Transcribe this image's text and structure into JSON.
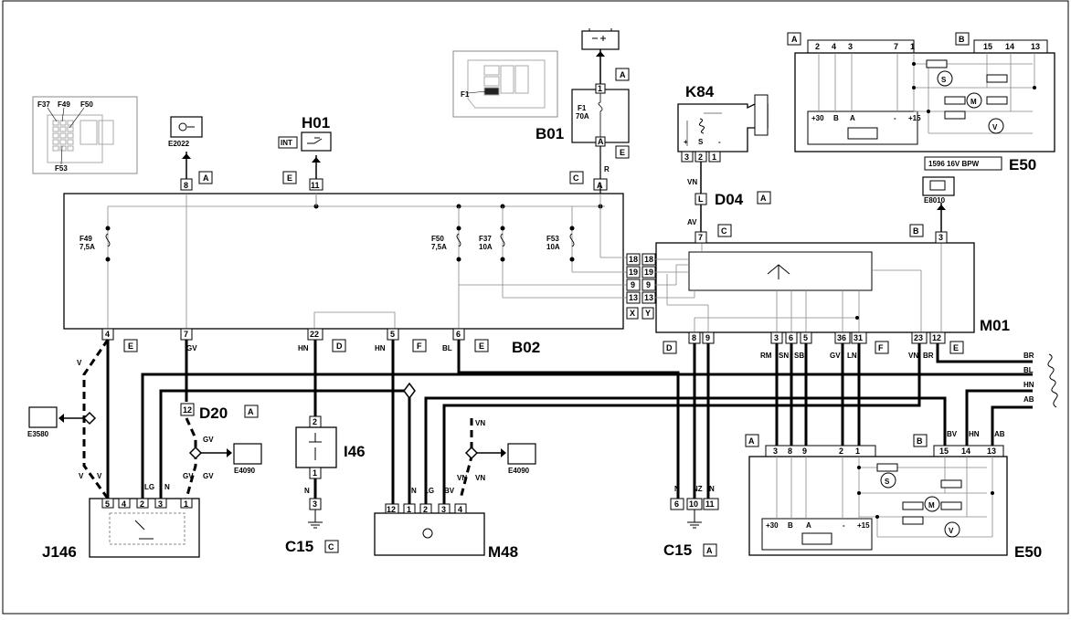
{
  "components": {
    "b01": "B01",
    "b02": "B02",
    "h01": "H01",
    "k84": "K84",
    "d04": "D04",
    "d20": "D20",
    "m01": "M01",
    "e50_top": "E50",
    "e50_bottom": "E50",
    "i46": "I46",
    "j146": "J146",
    "m48": "M48",
    "c15_left": "C15",
    "c15_right": "C15"
  },
  "grounds": {
    "e2022": "E2022",
    "e8010": "E8010",
    "e3580": "E3580",
    "e4090_left": "E4090",
    "e4090_right": "E4090"
  },
  "tags": {
    "int": "INT",
    "engine_variant": "1596 16V BPW",
    "b01_fuse": "F1",
    "b01_fuse_rating": "70A",
    "fusebox_map_fuse": "F1",
    "fusebox_map": [
      "F37",
      "F49",
      "F50",
      "F53"
    ]
  },
  "fuses": [
    {
      "name": "F49",
      "rating": "7,5A"
    },
    {
      "name": "F50",
      "rating": "7,5A"
    },
    {
      "name": "F37",
      "rating": "10A"
    },
    {
      "name": "F53",
      "rating": "10A"
    }
  ],
  "connector_letters": {
    "a": "A",
    "b": "B",
    "c": "C",
    "d": "D",
    "e": "E",
    "f": "F",
    "x": "X",
    "y": "Y",
    "l": "L"
  },
  "wire_colors": {
    "r": "R",
    "vn": "VN",
    "av": "AV",
    "gv": "GV",
    "hn": "HN",
    "bl": "BL",
    "v": "V",
    "lg": "LG",
    "n": "N",
    "bv": "BV",
    "nz": "NZ",
    "rm": "RM",
    "sn": "SN",
    "sb": "SB",
    "ln": "LN",
    "br": "BR",
    "ab": "AB"
  },
  "pins": {
    "b02_top": [
      "8",
      "11",
      "A"
    ],
    "b02_right": [
      "18",
      "19",
      "9",
      "13"
    ],
    "m01_left": [
      "18",
      "19",
      "9",
      "13"
    ],
    "b02_bottom": [
      "4",
      "7",
      "22",
      "5",
      "6"
    ],
    "m01_bottom": [
      "8",
      "9",
      "3",
      "6",
      "5",
      "36",
      "31",
      "23",
      "12"
    ],
    "m01_top": [
      "7",
      "3"
    ],
    "b01": [
      "1",
      "A"
    ],
    "k84": [
      "3",
      "2",
      "1"
    ],
    "e50_top": [
      "2",
      "4",
      "3",
      "7",
      "1",
      "15",
      "14",
      "13"
    ],
    "e50_bottom": [
      "3",
      "8",
      "9",
      "2",
      "1",
      "15",
      "14",
      "13"
    ],
    "e50_internal": [
      "+30",
      "B",
      "A",
      "-",
      "+15"
    ],
    "k84_internal": [
      "+",
      "S",
      "-"
    ],
    "d20": "12",
    "i46": [
      "2",
      "1"
    ],
    "c15_left": "3",
    "c15_right": [
      "6",
      "10",
      "11"
    ],
    "j146": [
      "5",
      "4",
      "2",
      "3",
      "1"
    ],
    "m48": [
      "12",
      "1",
      "2",
      "3",
      "4"
    ]
  }
}
